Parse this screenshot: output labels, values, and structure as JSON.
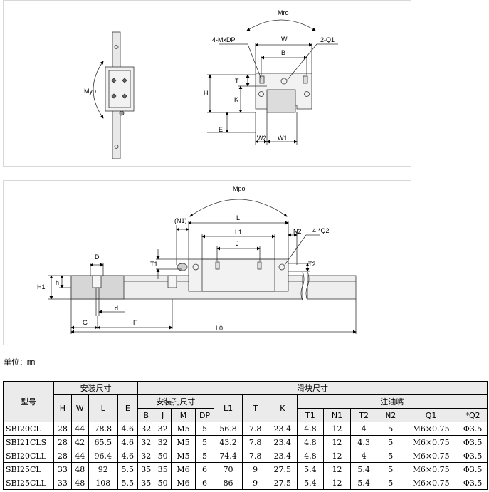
{
  "top_drawing": {
    "labels": {
      "mro": "Mro",
      "myo": "Myo",
      "mxdp": "4-MxDP",
      "w": "W",
      "q1": "2-Q1",
      "b": "B",
      "t": "T",
      "h": "H",
      "k": "K",
      "e": "E",
      "w2": "W2",
      "w1": "W1"
    }
  },
  "bottom_drawing": {
    "labels": {
      "mpo": "Mpo",
      "n1": "(N1)",
      "l": "L",
      "n2": "N2",
      "q2": "4-*Q2",
      "l1": "L1",
      "j": "J",
      "t1": "T1",
      "t2": "T2",
      "d_upper": "D",
      "h_small": "h",
      "h1": "H1",
      "d_lower": "d",
      "g": "G",
      "f": "F",
      "l0": "L0"
    }
  },
  "unit_label": "单位：㎜",
  "table": {
    "header": {
      "model": "型号",
      "install_size": "安装尺寸",
      "slider_size": "滑块尺寸",
      "hole_size": "安装孔尺寸",
      "grease_nipple": "注油嘴",
      "H": "H",
      "W": "W",
      "L": "L",
      "E": "E",
      "B": "B",
      "J": "J",
      "M": "M",
      "DP": "DP",
      "L1": "L1",
      "T": "T",
      "K": "K",
      "T1": "T1",
      "N1": "N1",
      "T2": "T2",
      "N2": "N2",
      "Q1": "Q1",
      "Q2": "*Q2"
    },
    "rows": [
      [
        "SBI20CL",
        "28",
        "44",
        "78.8",
        "4.6",
        "32",
        "32",
        "M5",
        "5",
        "56.8",
        "7.8",
        "23.4",
        "4.8",
        "12",
        "4",
        "5",
        "M6×0.75",
        "Φ3.5"
      ],
      [
        "SBI21CLS",
        "28",
        "42",
        "65.5",
        "4.6",
        "32",
        "32",
        "M5",
        "5",
        "43.2",
        "7.8",
        "23.4",
        "4.8",
        "12",
        "4.3",
        "5",
        "M6×0.75",
        "Φ3.5"
      ],
      [
        "SBI20CLL",
        "28",
        "44",
        "96.4",
        "4.6",
        "32",
        "50",
        "M5",
        "5",
        "74.4",
        "7.8",
        "23.4",
        "4.8",
        "12",
        "4",
        "5",
        "M6×0.75",
        "Φ3.5"
      ],
      [
        "SBI25CL",
        "33",
        "48",
        "92",
        "5.5",
        "35",
        "35",
        "M6",
        "6",
        "70",
        "9",
        "27.5",
        "5.4",
        "12",
        "5.4",
        "5",
        "M6×0.75",
        "Φ3.5"
      ],
      [
        "SBI25CLL",
        "33",
        "48",
        "108",
        "5.5",
        "35",
        "50",
        "M6",
        "6",
        "86",
        "9",
        "27.5",
        "5.4",
        "12",
        "5.4",
        "5",
        "M6×0.75",
        "Φ3.5"
      ]
    ]
  }
}
